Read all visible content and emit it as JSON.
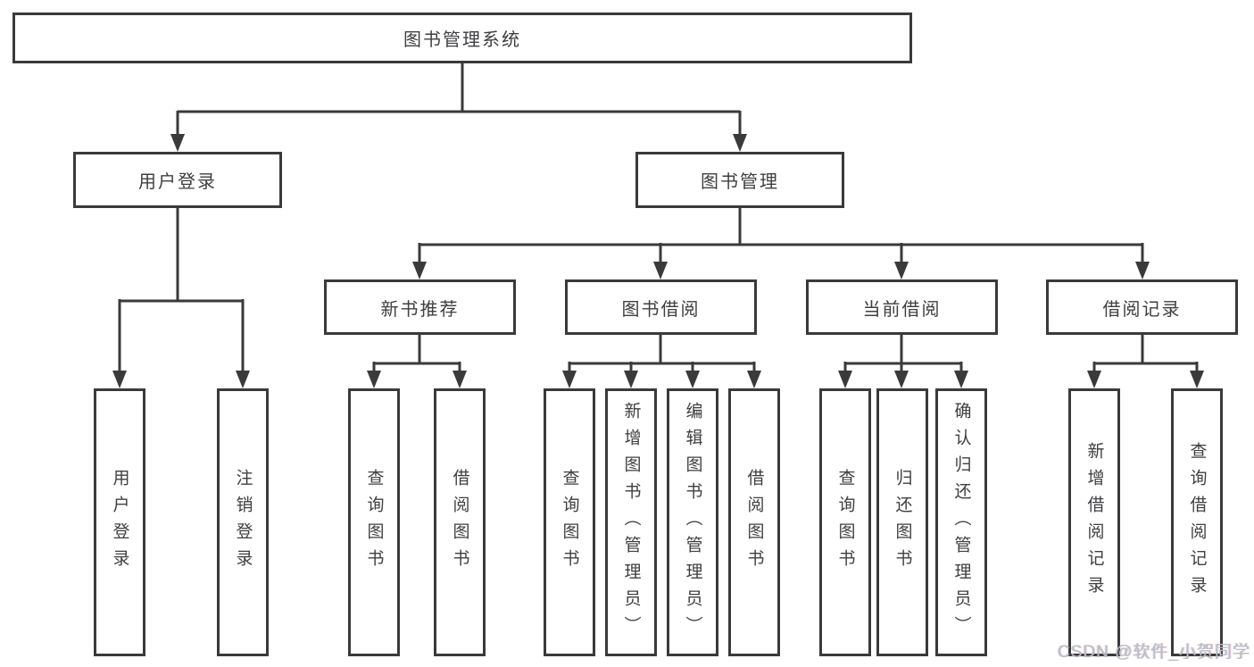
{
  "diagram": {
    "title": "图书管理系统",
    "root": {
      "label": "图书管理系统"
    },
    "branches": [
      {
        "label": "用户登录",
        "children": [
          {
            "label": "用户登录"
          },
          {
            "label": "注销登录"
          }
        ]
      },
      {
        "label": "图书管理",
        "children": [
          {
            "label": "新书推荐",
            "children": [
              {
                "label": "查询图书"
              },
              {
                "label": "借阅图书"
              }
            ]
          },
          {
            "label": "图书借阅",
            "children": [
              {
                "label": "查询图书"
              },
              {
                "label": "新增图书（管理员）"
              },
              {
                "label": "编辑图书（管理员）"
              },
              {
                "label": "借阅图书"
              }
            ]
          },
          {
            "label": "当前借阅",
            "children": [
              {
                "label": "查询图书"
              },
              {
                "label": "归还图书"
              },
              {
                "label": "确认归还（管理员）"
              }
            ]
          },
          {
            "label": "借阅记录",
            "children": [
              {
                "label": "新增借阅记录"
              },
              {
                "label": "查询借阅记录"
              }
            ]
          }
        ]
      }
    ]
  },
  "watermark": {
    "text": "CSDN @软件_小贺同学"
  },
  "colors": {
    "line": "#3a3a3a",
    "text": "#3f3f42",
    "box_bg": "#ffffff",
    "watermark": "#bcbec4"
  }
}
